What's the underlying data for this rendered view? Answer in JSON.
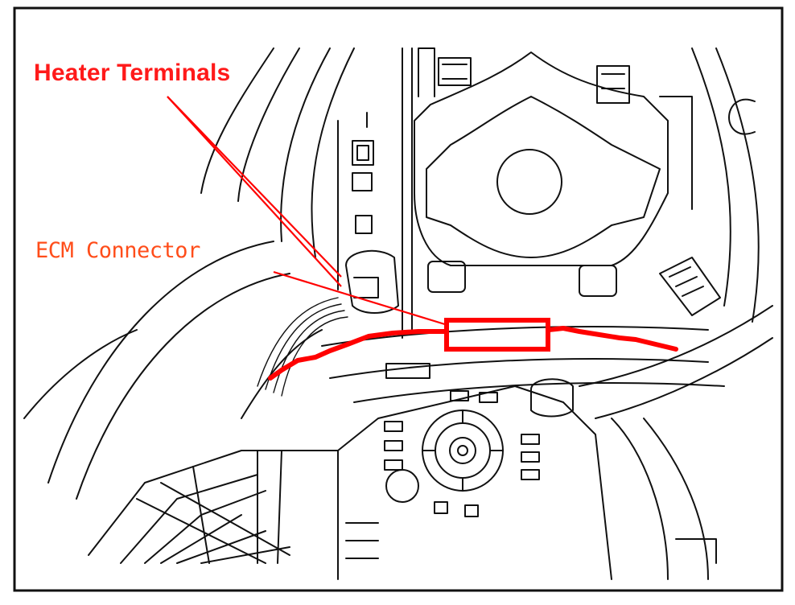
{
  "labels": {
    "heater_terminals": "Heater Terminals",
    "ecm_connector": "ECM Connector"
  },
  "colors": {
    "heater_label": "#ff1a1a",
    "ecm_label": "#ff4d1a",
    "annotation_red": "#ff0000",
    "line_art": "#111111",
    "background": "#ffffff"
  },
  "icons": {
    "callout_box": "red-rectangle",
    "harness_route": "red-wire-line"
  }
}
